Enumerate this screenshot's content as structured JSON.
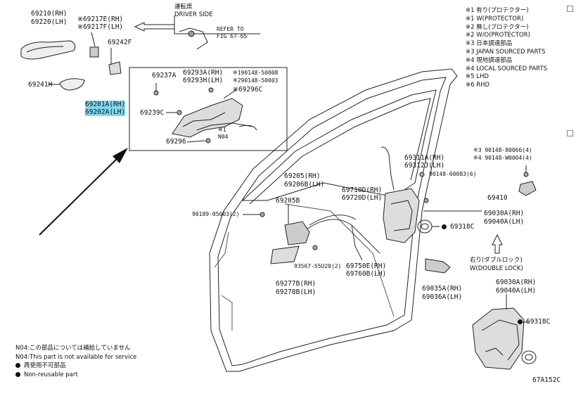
{
  "labels": {
    "l69210": "69210(RH)",
    "l69220": "69220(LH)",
    "l69217e": "※69217E(RH)",
    "l69217f": "※69217F(LH)",
    "l69242f": "69242F",
    "l69241h": "69241H",
    "l69201a": "69201A(RH)",
    "l69202a": "69202A(LH)",
    "l69237a": "69237A",
    "l69293a": "69293A(RH)",
    "l69293h": "69293H(LH)",
    "l190148": "※190148-50008",
    "l290148": "※290148-50003",
    "l69296c": "※69296C",
    "l69239c": "69239C",
    "lnote1": "※1",
    "ln04": "N04",
    "l69296": "69296",
    "l69311a": "69311A(RH)",
    "l69312j": "69312J(LH)",
    "l90148_60083": "90148-60083(6)",
    "l3_90148": "※3 90148-80066(4)",
    "l4_90148": "※4 90148-W0004(4)",
    "l69410": "69410",
    "l69205": "69205(RH)",
    "l69206b": "69206B(LH)",
    "l69710d": "69710D(RH)",
    "l69720d": "69720D(LH)",
    "l69205b": "69205B",
    "l90189": "90189-05003(2)",
    "l69030a_top": "69030A(RH)",
    "l69040a_top": "69040A(LH)",
    "l69318c_top": "69318C",
    "l93567": "93567-55U20(2)",
    "l69750e": "69750E(RH)",
    "l69760b": "69760B(LH)",
    "l69277b": "69277B(RH)",
    "l69278b": "69278B(LH)",
    "l69035a": "69035A(RH)",
    "l69036a": "69036A(LH)",
    "l69030a_bot": "69030A(RH)",
    "l69040a_bot": "69040A(LH)",
    "l69318c_bot": "69318C",
    "refer1": "REFER TO",
    "refer2": "FIG 67-65",
    "driver_jp": "運転席",
    "driver_en": "DRIVER SIDE",
    "double_jp": "右り(ダブルロック)",
    "double_en": "W(DOUBLE LOCK)",
    "fig_code": "67A152C"
  },
  "legend": [
    "※1 有り(プロテクター)",
    "※1 W(PROTECTOR)",
    "※2 無し(プロテクター)",
    "※2 W/O(PROTECTOR)",
    "※3 日本調達部品",
    "※3 JAPAN SOURCED PARTS",
    "※4 現地調達部品",
    "※4 LOCAL SOURCED PARTS",
    "※5 LHD",
    "※6 RHD"
  ],
  "footnotes": {
    "jp": "N04:この部品については補給していません",
    "en": "N04:This part is not available for service",
    "nonreuse_jp": "再使用不可部品",
    "nonreuse_en": "Non-reusable part"
  }
}
